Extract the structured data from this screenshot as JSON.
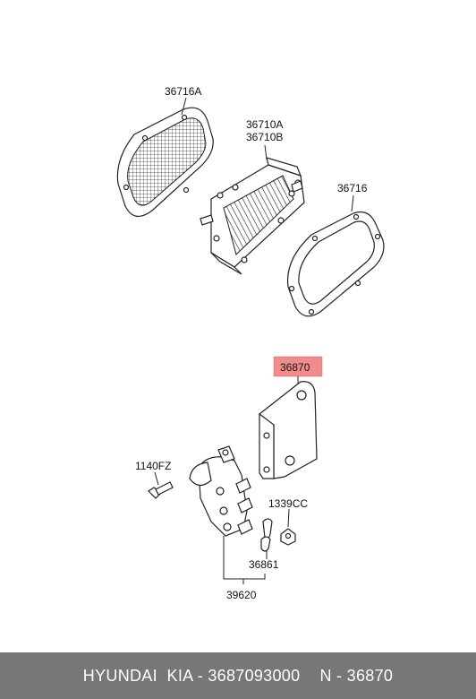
{
  "labels": {
    "gasket_a": "36716A",
    "cooler_a": "36710A",
    "cooler_b": "36710B",
    "gasket": "36716",
    "bracket": "36870",
    "bolt": "1140FZ",
    "nut": "1339CC",
    "clip": "36861",
    "relay": "39620"
  },
  "highlight_color": "#f08c8c",
  "footer": {
    "brand": "HYUNDAI  KIA - 3687093000",
    "ref": "N - 36870"
  }
}
